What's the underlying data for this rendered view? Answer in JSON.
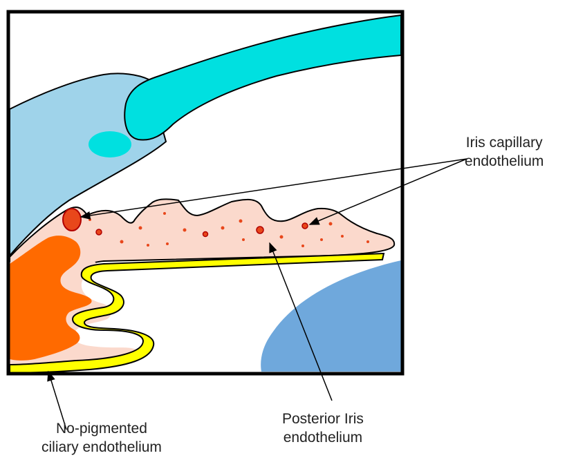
{
  "labels": {
    "iris_capillary": {
      "line1": "Iris capillary",
      "line2": "endothelium"
    },
    "posterior_iris": {
      "line1": "Posterior Iris",
      "line2": "endothelium"
    },
    "ciliary": {
      "line1": "No-pigmented",
      "line2": "ciliary endothelium"
    }
  },
  "colors": {
    "cornea": "#00e0e0",
    "sclera_region": "#9fd3ea",
    "iris_stroma": "#fbd9cc",
    "ciliary_body": "#ff6a00",
    "pigment_epithelium": "#ffff00",
    "lens": "#6fa8dc",
    "capillary": "#e8471b",
    "outline": "#000000"
  }
}
